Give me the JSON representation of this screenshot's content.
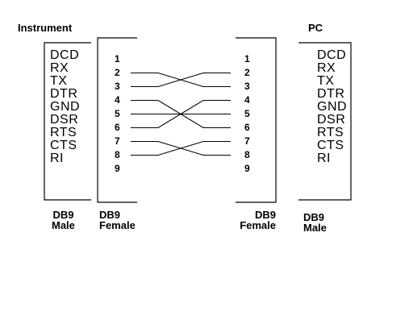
{
  "headers": {
    "instrument": "Instrument",
    "pc": "PC"
  },
  "signals": [
    "DCD",
    "RX",
    "TX",
    "DTR",
    "GND",
    "DSR",
    "RTS",
    "CTS",
    "RI"
  ],
  "pins": [
    "1",
    "2",
    "3",
    "4",
    "5",
    "6",
    "7",
    "8",
    "9"
  ],
  "connectors": {
    "left_male": {
      "line1": "DB9",
      "line2": "Male"
    },
    "left_female": {
      "line1": "DB9",
      "line2": "Female"
    },
    "right_female": {
      "line1": "DB9",
      "line2": "Female"
    },
    "right_male": {
      "line1": "DB9",
      "line2": "Male"
    }
  },
  "wiring": [
    {
      "from": 2,
      "to": 3
    },
    {
      "from": 3,
      "to": 2
    },
    {
      "from": 4,
      "to": 6
    },
    {
      "from": 5,
      "to": 5
    },
    {
      "from": 6,
      "to": 4
    },
    {
      "from": 7,
      "to": 8
    },
    {
      "from": 8,
      "to": 7
    }
  ]
}
